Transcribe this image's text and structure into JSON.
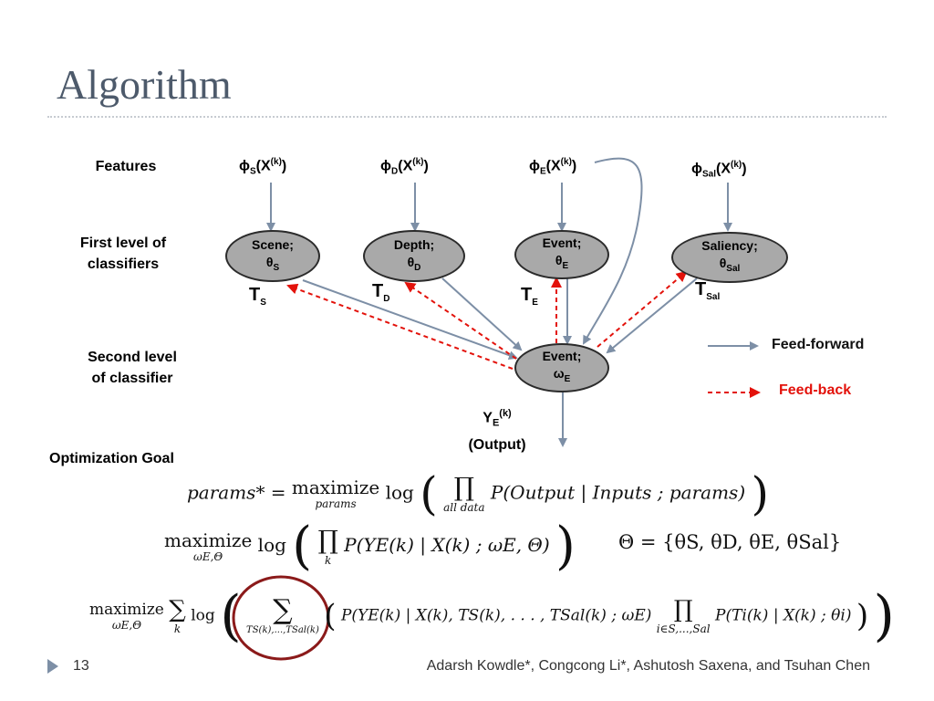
{
  "title": "Algorithm",
  "rows": {
    "features": "Features",
    "first_line1": "First level of",
    "first_line2": "classifiers",
    "second_line1": "Second level",
    "second_line2": "of classifier"
  },
  "features": {
    "phi": "ϕ",
    "s_sub": "S",
    "d_sub": "D",
    "e_sub": "E",
    "sal_sub": "Sal",
    "x_open": "(X",
    "k_sup": "(k)",
    "close": ")"
  },
  "nodes": {
    "scene": {
      "name": "Scene;",
      "theta": "θ",
      "sub": "S"
    },
    "depth": {
      "name": "Depth;",
      "theta": "θ",
      "sub": "D"
    },
    "event1": {
      "name": "Event;",
      "theta": "θ",
      "sub": "E"
    },
    "saliency": {
      "name": "Saliency;",
      "theta": "θ",
      "sub": "Sal"
    },
    "event2": {
      "name": "Event;",
      "theta": "ω",
      "sub": "E"
    }
  },
  "thresholds": {
    "t": "T",
    "s": "S",
    "d": "D",
    "e": "E",
    "sal": "Sal"
  },
  "output": {
    "y": "Y",
    "sub": "E",
    "sup": "(k)",
    "label": "(Output)"
  },
  "legend": {
    "forward": "Feed-forward",
    "back": "Feed-back"
  },
  "colors": {
    "forward": "#7d8fa6",
    "back": "#e3120b",
    "node_fill": "#a9a9a9",
    "circle": "#8b1a1a"
  },
  "optimization": {
    "heading": "Optimization Goal"
  },
  "eq1": {
    "lhs": "params* = ",
    "op": "maximize",
    "op_under": "params",
    "log": "log",
    "prod": "∏",
    "prod_under": "all data",
    "body": "P(Output | Inputs ; params)"
  },
  "eq2": {
    "op": "maximize",
    "op_under": "ωE,Θ",
    "log": "log",
    "prod": "∏",
    "prod_under": "k",
    "body": "P(YE(k) | X(k) ; ωE, Θ)",
    "theta_set": "Θ = {θS, θD, θE, θSal}"
  },
  "eq3": {
    "op": "maximize",
    "op_under": "ωE,Θ",
    "sum": "∑",
    "sum_under": "k",
    "log": "log",
    "inner_sum": "∑",
    "inner_under": "TS(k),...,TSal(k)",
    "body1": "P(YE(k) | X(k), TS(k), . . . , TSal(k) ; ωE)",
    "prod": "∏",
    "prod_under": "i∈S,...,Sal",
    "body2": "P(Ti(k) | X(k) ; θi)"
  },
  "footer": {
    "page": "13",
    "authors": "Adarsh Kowdle*, Congcong Li*, Ashutosh Saxena, and Tsuhan Chen"
  }
}
